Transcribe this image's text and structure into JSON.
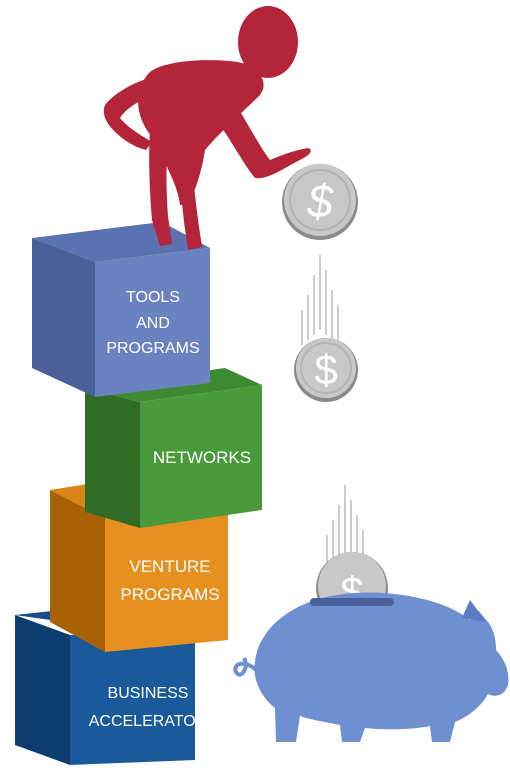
{
  "blocks": [
    {
      "label_lines": [
        "TOOLS",
        "AND",
        "PROGRAMS"
      ],
      "front_color": "#6a82bf",
      "top_color": "#5a72b0",
      "side_color": "#4b5f98"
    },
    {
      "label_lines": [
        "NETWORKS"
      ],
      "front_color": "#4a9a3c",
      "top_color": "#3d8a31",
      "side_color": "#2f6d26"
    },
    {
      "label_lines": [
        "VENTURE",
        "PROGRAMS"
      ],
      "front_color": "#e5901f",
      "top_color": "#d78515",
      "side_color": "#a96105"
    },
    {
      "label_lines": [
        "BUSINESS",
        "ACCELERATOR"
      ],
      "front_color": "#1a5a9c",
      "top_color": "#154e8b",
      "side_color": "#0c3d70"
    }
  ],
  "coin_symbol": "$",
  "colors": {
    "figure": "#b5253a",
    "coin": "#c8c8c8",
    "coin_edge": "#8a8a8a",
    "piggy_bank": "#6e8fd0"
  },
  "icons": [
    "person-figure-icon",
    "coin-icon",
    "piggy-bank-icon"
  ]
}
